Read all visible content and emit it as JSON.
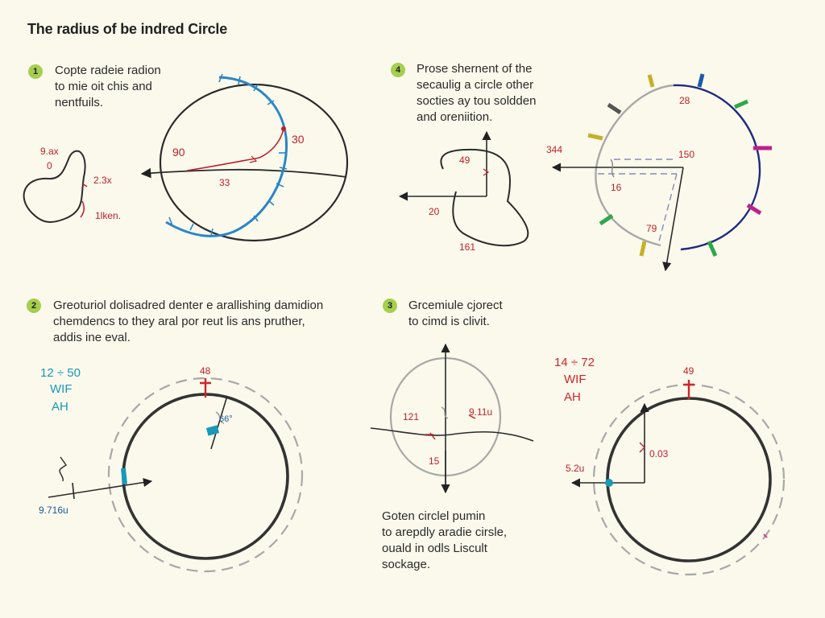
{
  "title": "The radius of be indred Circle",
  "panels": {
    "p1": {
      "badge": "1",
      "caption": [
        "Copte radeie radion",
        "to mie oit chis and",
        "nentfuils."
      ],
      "labels": {
        "a": "9.ax",
        "b": "0",
        "c": "2.3x",
        "d": "1lken.",
        "e": "90",
        "f": "33",
        "g": "30"
      }
    },
    "p4": {
      "badge": "4",
      "caption": [
        "Prose shernent of the",
        "secaulig a circle other",
        "socties ay tou soldden",
        "and oreniition."
      ],
      "labels": {
        "a": "49",
        "b": "20",
        "c": "161",
        "d": "344",
        "e": "28",
        "f": "150",
        "g": "16",
        "h": "79"
      }
    },
    "p2": {
      "badge": "2",
      "caption": [
        "Greoturiol dolisadred denter e arallishing damidion",
        "chemdencs to they aral por reut lis ans pruther,",
        "addis ine eval."
      ],
      "labels": {
        "a": "12 ÷ 50",
        "b": "WIF",
        "c": "AH",
        "d": "48",
        "e": "66°",
        "f": "9.716u"
      }
    },
    "p3": {
      "badge": "3",
      "caption": [
        "Grcemiule cjorect",
        "to cimd is clivit."
      ],
      "labels": {
        "a": "121",
        "b": "9.11u",
        "c": "15"
      }
    },
    "p5": {
      "caption": [
        "Goten circlel pumin",
        "to arepdly aradie cirsle,",
        "ouald in odls Liscult",
        "sockage."
      ],
      "labels": {
        "a": "14 ÷ 72",
        "b": "WIF",
        "c": "AH",
        "d": "49",
        "e": "0.03",
        "f": "5.2u"
      }
    }
  },
  "colors": {
    "background": "#fbf9ec",
    "stroke": "#2b2b2b",
    "red": "#c0202a",
    "blue": "#2a86c8",
    "teal": "#1899b8",
    "navy": "#1f2a80",
    "gray": "#9a9a9a",
    "badge": "#a6cf4f"
  }
}
